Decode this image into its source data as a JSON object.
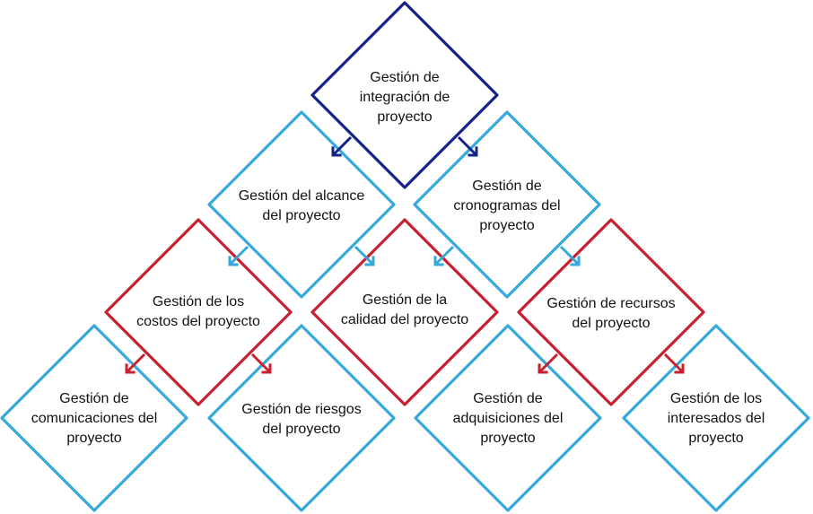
{
  "colors": {
    "navy": "#14218a",
    "blue": "#35a8dc",
    "red": "#c8202f"
  },
  "nodes": {
    "integracion": {
      "lines": [
        "Gestión de",
        "integración de",
        "proyecto"
      ],
      "color": "navy"
    },
    "alcance": {
      "lines": [
        "Gestión del alcance",
        "del proyecto"
      ],
      "color": "blue"
    },
    "cronogramas": {
      "lines": [
        "Gestión de",
        "cronogramas del",
        "proyecto"
      ],
      "color": "blue"
    },
    "costos": {
      "lines": [
        "Gestión de los",
        "costos del proyecto"
      ],
      "color": "red"
    },
    "calidad": {
      "lines": [
        "Gestión de la",
        "calidad del proyecto"
      ],
      "color": "red"
    },
    "recursos": {
      "lines": [
        "Gestión de recursos",
        "del proyecto"
      ],
      "color": "red"
    },
    "comunicaciones": {
      "lines": [
        "Gestión de",
        "comunicaciones del",
        "proyecto"
      ],
      "color": "blue"
    },
    "riesgos": {
      "lines": [
        "Gestión de riesgos",
        "del proyecto"
      ],
      "color": "blue"
    },
    "adquisiciones": {
      "lines": [
        "Gestión de",
        "adquisiciones del",
        "proyecto"
      ],
      "color": "blue"
    },
    "interesados": {
      "lines": [
        "Gestión de los",
        "interesados del",
        "proyecto"
      ],
      "color": "blue"
    }
  },
  "edges": [
    {
      "from": "integracion",
      "to": "alcance",
      "color": "navy"
    },
    {
      "from": "integracion",
      "to": "cronogramas",
      "color": "navy"
    },
    {
      "from": "alcance",
      "to": "costos",
      "color": "blue"
    },
    {
      "from": "alcance",
      "to": "calidad",
      "color": "blue"
    },
    {
      "from": "cronogramas",
      "to": "calidad",
      "color": "blue"
    },
    {
      "from": "cronogramas",
      "to": "recursos",
      "color": "blue"
    },
    {
      "from": "costos",
      "to": "comunicaciones",
      "color": "red"
    },
    {
      "from": "costos",
      "to": "riesgos",
      "color": "red"
    },
    {
      "from": "recursos",
      "to": "adquisiciones",
      "color": "red"
    },
    {
      "from": "recursos",
      "to": "interesados",
      "color": "red"
    }
  ]
}
